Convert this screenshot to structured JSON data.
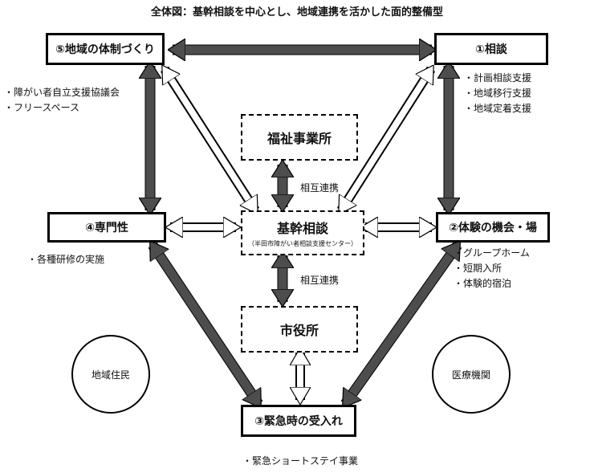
{
  "title": "全体図：基幹相談を中心とし、地域連携を活かした面的整備型",
  "boxes": {
    "taisei": "⑤地域の体制づくり",
    "soudan": "①相談",
    "senmon": "④専門性",
    "taiken": "②体験の機会・場",
    "kinkyu": "③緊急時の受入れ",
    "fukushi": "福祉事業所",
    "kikan_title": "基幹相談",
    "kikan_sub": "（半田市障がい者相談支援センター）",
    "shiyakusho": "市役所"
  },
  "notes": {
    "taisei": [
      "・障がい者自立支援協議会",
      "・フリースペース"
    ],
    "soudan": [
      "・計画相談支援",
      "・地域移行支援",
      "・地域定着支援"
    ],
    "senmon": [
      "・各種研修の実施"
    ],
    "taiken": [
      "・グループホーム",
      "・短期入所",
      "・体験的宿泊"
    ],
    "kinkyu": [
      "・緊急ショートステイ事業"
    ]
  },
  "links": {
    "upper": "相互連携",
    "lower": "相互連携"
  },
  "circles": {
    "left": "地域住民",
    "right": "医療機関"
  }
}
